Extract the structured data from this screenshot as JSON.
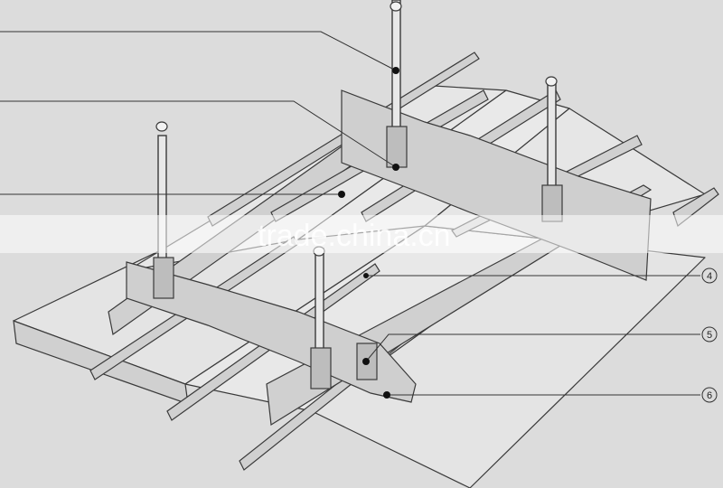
{
  "diagram": {
    "callouts": [
      {
        "id": "4",
        "text": "4"
      },
      {
        "id": "5",
        "text": "5"
      },
      {
        "id": "6",
        "text": "6"
      }
    ],
    "watermark": "trade.china.cn",
    "colors": {
      "background": "#dcdcdc",
      "panel": "#e6e6e6",
      "panel_shade": "#c9c9c9",
      "outline": "#3a3a3a",
      "leader": "#333333",
      "watermark_band": "#ffffff"
    }
  }
}
